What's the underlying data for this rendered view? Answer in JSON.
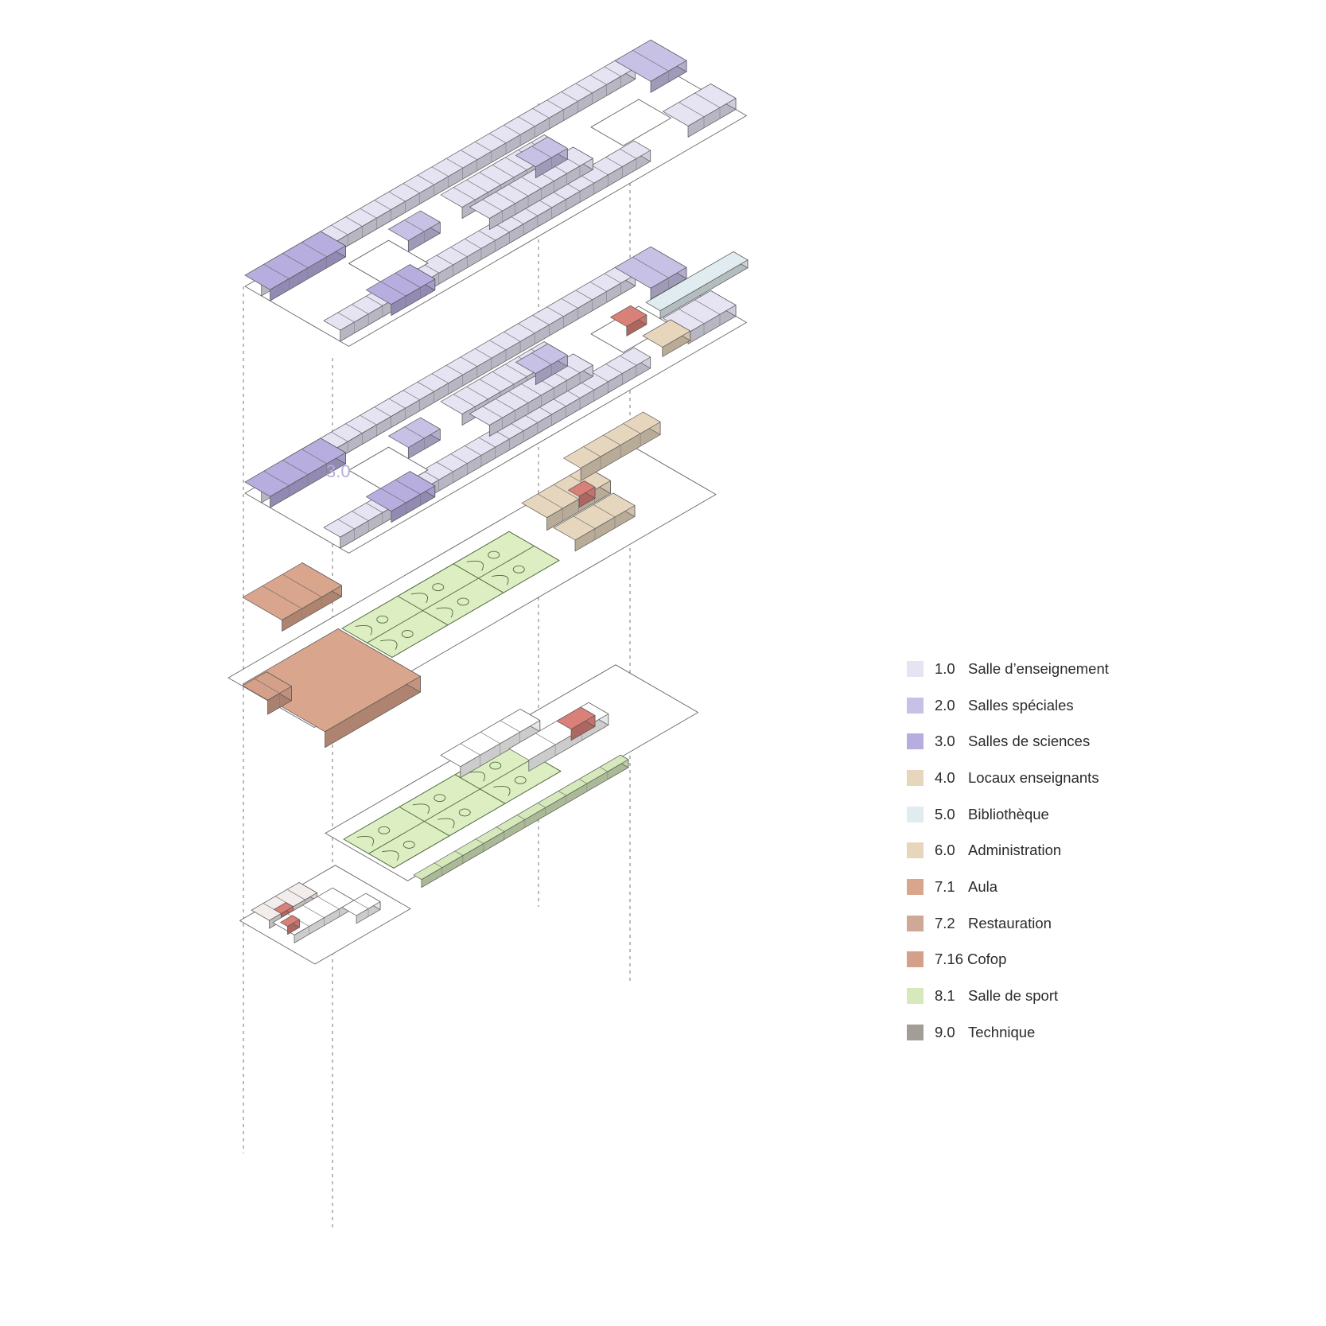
{
  "colors": {
    "1.0": "#e6e3f3",
    "2.0": "#c7c1e6",
    "3.0": "#b7addf",
    "4.0": "#e6d6bd",
    "5.0": "#e0ecef",
    "6.0": "#e8d6bc",
    "7.1": "#d9a58c",
    "7.2": "#cfa996",
    "7.16": "#d5a08a",
    "8.1": "#d6e9bb",
    "9.0": "#a39e95",
    "accent": "#d98078",
    "line": "#555555",
    "court": "#ddeec2"
  },
  "legend": [
    {
      "code": "1.0",
      "label": "Salle d’enseignement"
    },
    {
      "code": "2.0",
      "label": "Salles spéciales"
    },
    {
      "code": "3.0",
      "label": "Salles de sciences"
    },
    {
      "code": "4.0",
      "label": "Locaux enseignants"
    },
    {
      "code": "5.0",
      "label": "Bibliothèque"
    },
    {
      "code": "6.0",
      "label": "Administration"
    },
    {
      "code": "7.1",
      "label": "Aula"
    },
    {
      "code": "7.2",
      "label": "Restauration"
    },
    {
      "code": "7.16",
      "label": "Cofop"
    },
    {
      "code": "8.1",
      "label": "Salle de sport"
    },
    {
      "code": "9.0",
      "label": "Technique"
    }
  ],
  "annotation": {
    "text": "3.0"
  }
}
